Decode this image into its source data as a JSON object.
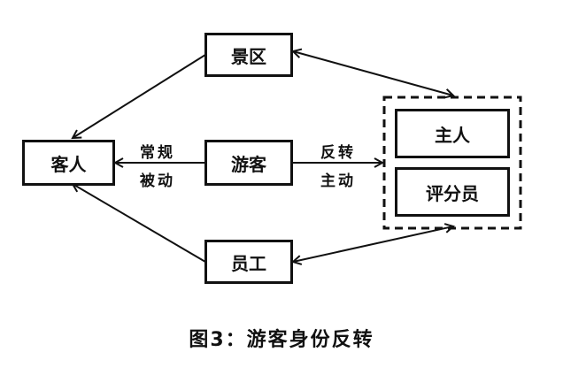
{
  "nodes": {
    "scenic_area": "景区",
    "guest": "客人",
    "tourist": "游客",
    "staff": "员工",
    "host": "主人",
    "reviewer": "评分员"
  },
  "edge_labels": {
    "left_top": "常规",
    "left_bottom": "被动",
    "right_top": "反转",
    "right_bottom": "主动"
  },
  "caption": "图3：游客身份反转"
}
